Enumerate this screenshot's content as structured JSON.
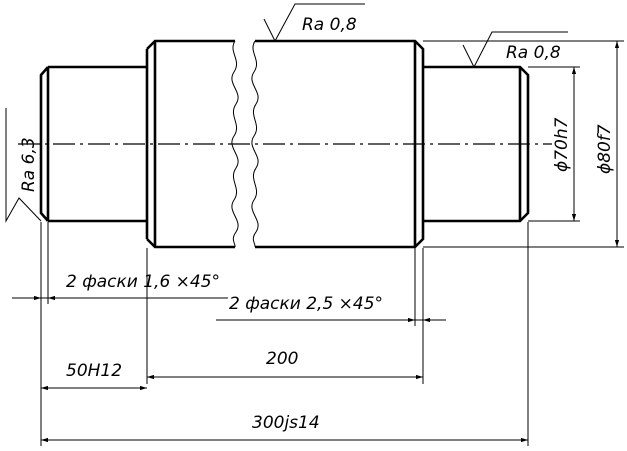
{
  "drawing": {
    "roughness_top": "Ra 0,8",
    "roughness_right": "Ra 0,8",
    "roughness_left": "Ra 6,3",
    "diameter_small": "ϕ70h7",
    "diameter_large": "ϕ80f7",
    "chamfer_small": "2 фаски 1,6 ×45°",
    "chamfer_large": "2 фаски 2,5 ×45°",
    "dim_step_length": "50H12",
    "dim_middle_length": "200",
    "dim_total_length": "300js14"
  }
}
